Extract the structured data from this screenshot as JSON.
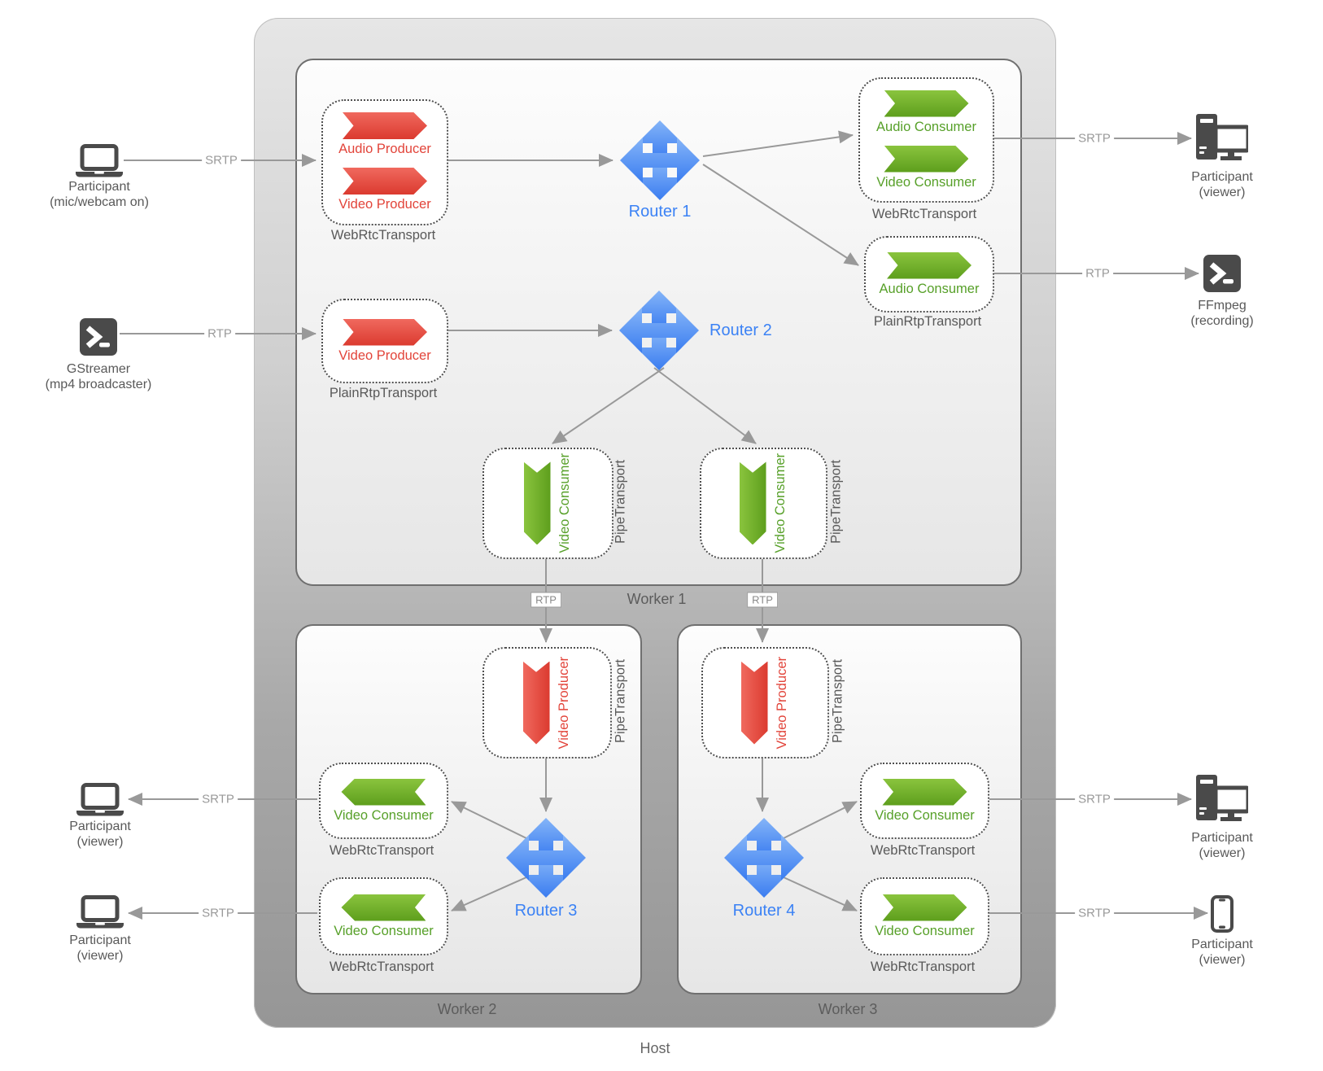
{
  "diagram": {
    "host_label": "Host",
    "worker1_label": "Worker 1",
    "worker2_label": "Worker 2",
    "worker3_label": "Worker 3"
  },
  "routers": {
    "r1": "Router 1",
    "r2": "Router 2",
    "r3": "Router 3",
    "r4": "Router 4"
  },
  "transports": {
    "webrtc": "WebRtcTransport",
    "plain_rtp": "PlainRtpTransport",
    "pipe": "PipeTransport"
  },
  "media_nodes": {
    "audio_producer": "Audio Producer",
    "video_producer": "Video Producer",
    "audio_consumer": "Audio Consumer",
    "video_consumer": "Video Consumer"
  },
  "edge_labels": {
    "srtp": "SRTP",
    "rtp": "RTP"
  },
  "externals": {
    "sender": {
      "line1": "Participant",
      "line2": "(mic/webcam on)"
    },
    "gstreamer": {
      "line1": "GStreamer",
      "line2": "(mp4 broadcaster)"
    },
    "viewer": {
      "line1": "Participant",
      "line2": "(viewer)"
    },
    "ffmpeg": {
      "line1": "FFmpeg",
      "line2": "(recording)"
    }
  },
  "colors": {
    "producer_red": "#e2443a",
    "consumer_green": "#57a029",
    "router_blue": "#3b82f5",
    "connector_gray": "#999999",
    "host_gray": "#a8a8a8"
  }
}
